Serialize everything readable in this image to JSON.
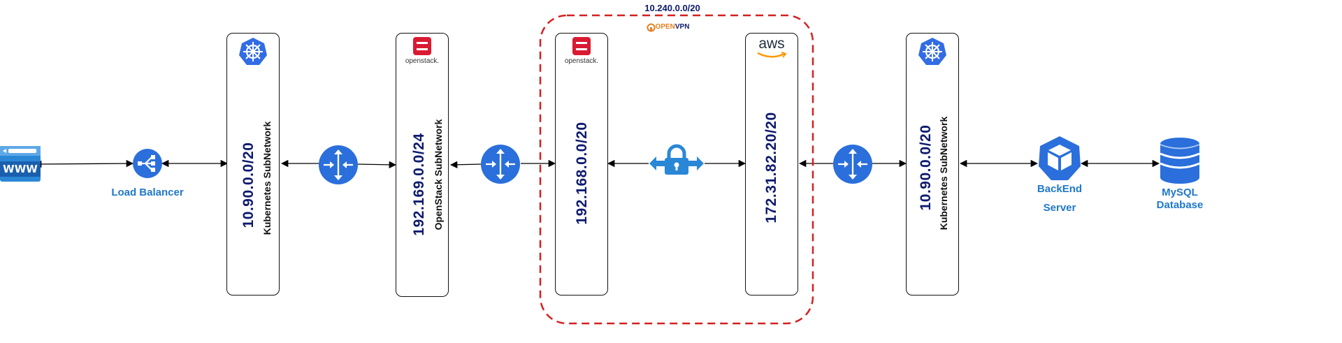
{
  "vpn_zone": {
    "cidr": "10.240.0.0/20",
    "brand": {
      "open": "OPEN",
      "vpn": "VPN"
    }
  },
  "nodes": {
    "www": {
      "label": "WWW",
      "icon": "browser-icon"
    },
    "load_balancer": {
      "label": "Load Balancer",
      "icon": "load-balancer-icon"
    },
    "k8s_subnet_left": {
      "ip": "10.90.0.0/20",
      "name": "Kubernetes SubNetwork",
      "icon": "kubernetes-icon"
    },
    "openstack_subnet": {
      "ip": "192.169.0.0/24",
      "name": "OpenStack SubNetwork",
      "brand": "openstack.",
      "icon": "openstack-icon"
    },
    "openstack_vpn": {
      "ip": "192.168.0.0/20",
      "brand": "openstack.",
      "icon": "openstack-icon"
    },
    "aws_vpn": {
      "ip": "172.31.82.20/20",
      "brand": "aws",
      "icon": "aws-icon"
    },
    "k8s_subnet_right": {
      "ip": "10.90.0.0/20",
      "name": "Kubernetes SubNetwork",
      "icon": "kubernetes-icon"
    },
    "backend": {
      "label_line1": "BackEnd",
      "label_line2": "Server",
      "icon": "cube-icon"
    },
    "mysql": {
      "label_line1": "MySQL",
      "label_line2": "Database",
      "icon": "database-icon"
    }
  },
  "colors": {
    "accent_blue": "#2a6fdb",
    "label_blue": "#1f78c8",
    "ip_navy": "#0d1a6e",
    "vpn_border": "#d42020",
    "openstack_red": "#da1a32",
    "aws_orange": "#ff9900",
    "openvpn_orange": "#ea7e20"
  }
}
